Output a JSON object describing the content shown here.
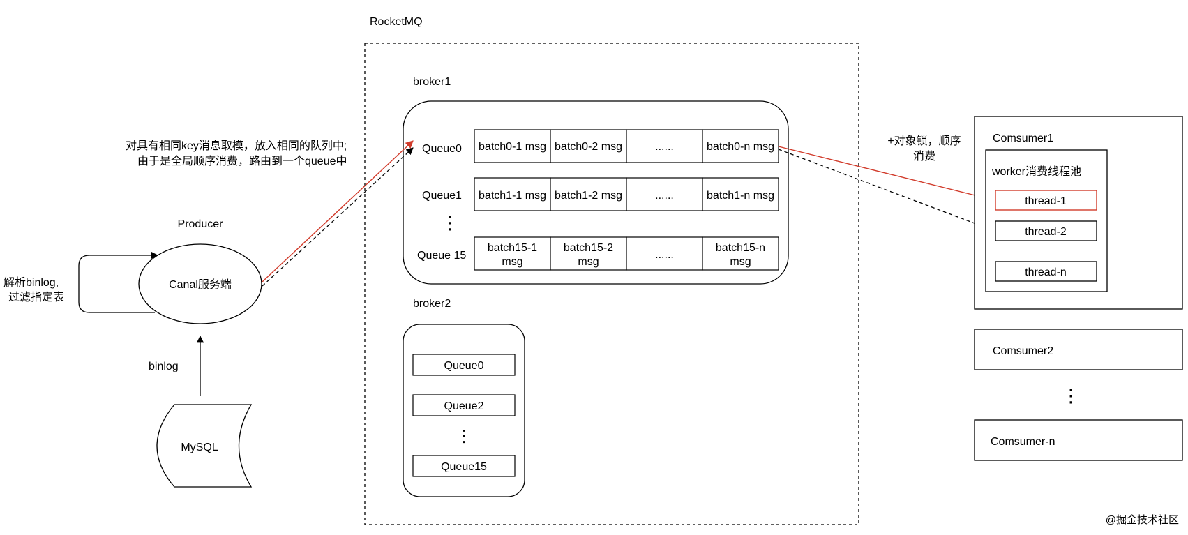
{
  "colors": {
    "stroke": "#000000",
    "accent": "#d13b2b",
    "background": "#ffffff"
  },
  "rocketmq": {
    "title": "RocketMQ"
  },
  "producer": {
    "title": "Producer",
    "node": "Canal服务端",
    "loop_label_1": "解析binlog,",
    "loop_label_2": "过滤指定表"
  },
  "mysql": {
    "label": "MySQL",
    "edge_label": "binlog"
  },
  "routing_note": {
    "line1": "对具有相同key消息取模，放入相同的队列中;",
    "line2": "由于是全局顺序消费，路由到一个queue中"
  },
  "broker1": {
    "title": "broker1",
    "queues": [
      {
        "label": "Queue0",
        "cells": [
          "batch0-1 msg",
          "batch0-2 msg",
          "......",
          "batch0-n msg"
        ]
      },
      {
        "label": "Queue1",
        "cells": [
          "batch1-1 msg",
          "batch1-2 msg",
          "......",
          "batch1-n msg"
        ]
      },
      {
        "label": "Queue 15",
        "cells": [
          "batch15-1\nmsg",
          "batch15-2\nmsg",
          "......",
          "batch15-n\nmsg"
        ]
      }
    ],
    "ellipsis": "⋮"
  },
  "broker2": {
    "title": "broker2",
    "queues": [
      "Queue0",
      "Queue2",
      "Queue15"
    ],
    "ellipsis": "⋮"
  },
  "lock_note": {
    "line1": "+对象锁，顺序",
    "line2": "消费"
  },
  "consumers": {
    "consumer1": {
      "title": "Comsumer1",
      "pool_title": "worker消费线程池",
      "threads": [
        "thread-1",
        "thread-2",
        "thread-n"
      ]
    },
    "others": [
      "Comsumer2",
      "Comsumer-n"
    ],
    "ellipsis": "⋮"
  },
  "watermark": "@掘金技术社区"
}
